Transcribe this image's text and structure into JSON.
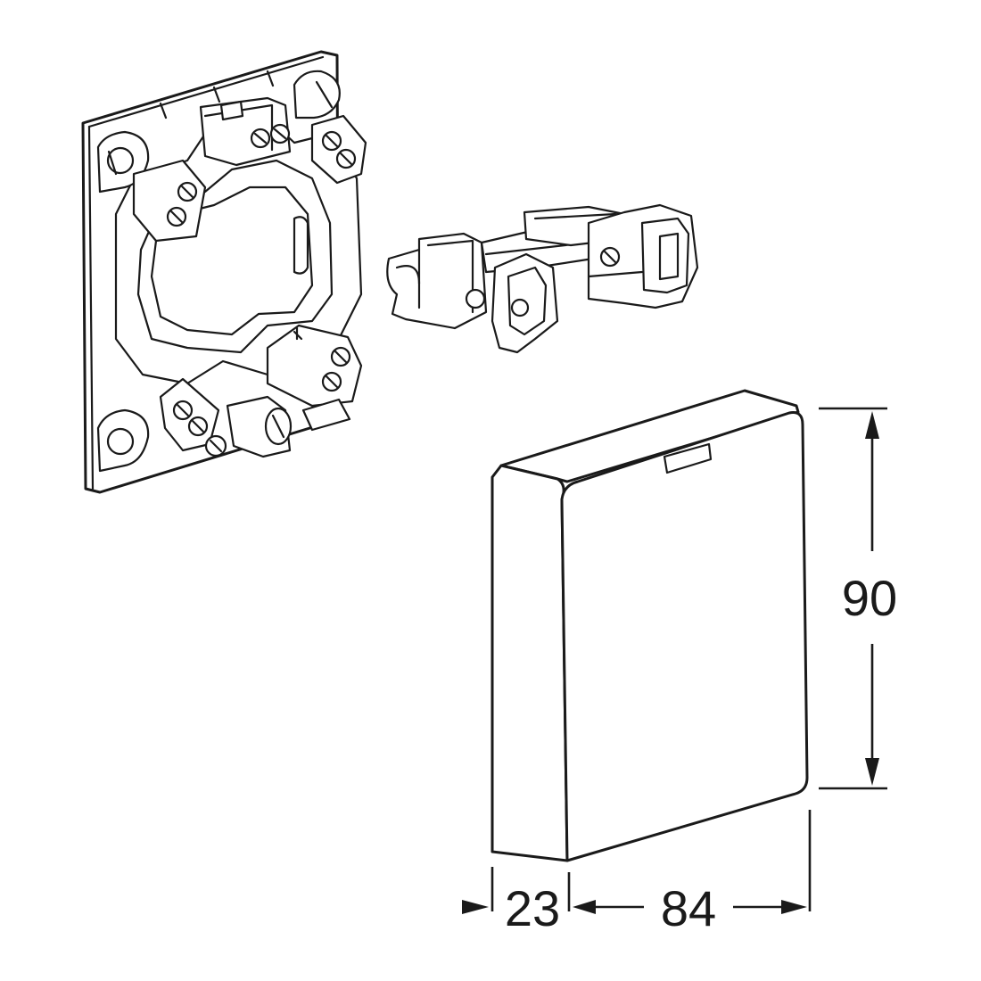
{
  "dimensions": {
    "height_label": "90",
    "depth_label": "23",
    "width_label": "84"
  },
  "parts": [
    {
      "name": "mounting-frame"
    },
    {
      "name": "connector-insert"
    },
    {
      "name": "cover-box"
    }
  ],
  "colors": {
    "line": "#1a1a1a",
    "background": "#ffffff"
  }
}
